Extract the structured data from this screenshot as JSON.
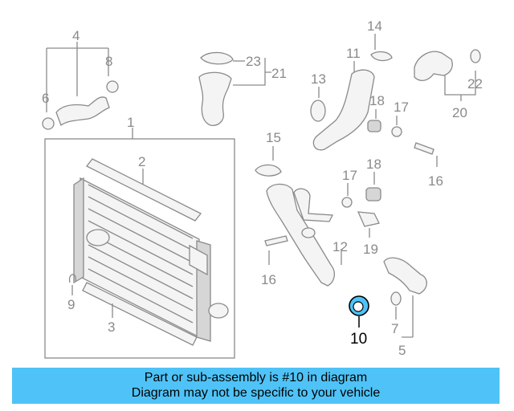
{
  "callouts": {
    "c1": "1",
    "c2": "2",
    "c3": "3",
    "c4": "4",
    "c5": "5",
    "c6": "6",
    "c7": "7",
    "c8": "8",
    "c9": "9",
    "c10": "10",
    "c11": "11",
    "c12": "12",
    "c13": "13",
    "c14": "14",
    "c15": "15",
    "c16a": "16",
    "c16b": "16",
    "c17a": "17",
    "c17b": "17",
    "c18a": "18",
    "c18b": "18",
    "c19": "19",
    "c20": "20",
    "c21": "21",
    "c22": "22",
    "c23": "23"
  },
  "highlighted_part": "10",
  "colors": {
    "banner": "#4fc3f7",
    "highlight_part": "#4fc3f7",
    "line_art": "#8a8a8a"
  },
  "banner": {
    "line1": "Part or sub-assembly is #10 in diagram",
    "line2": "Diagram may not be specific to your vehicle"
  }
}
